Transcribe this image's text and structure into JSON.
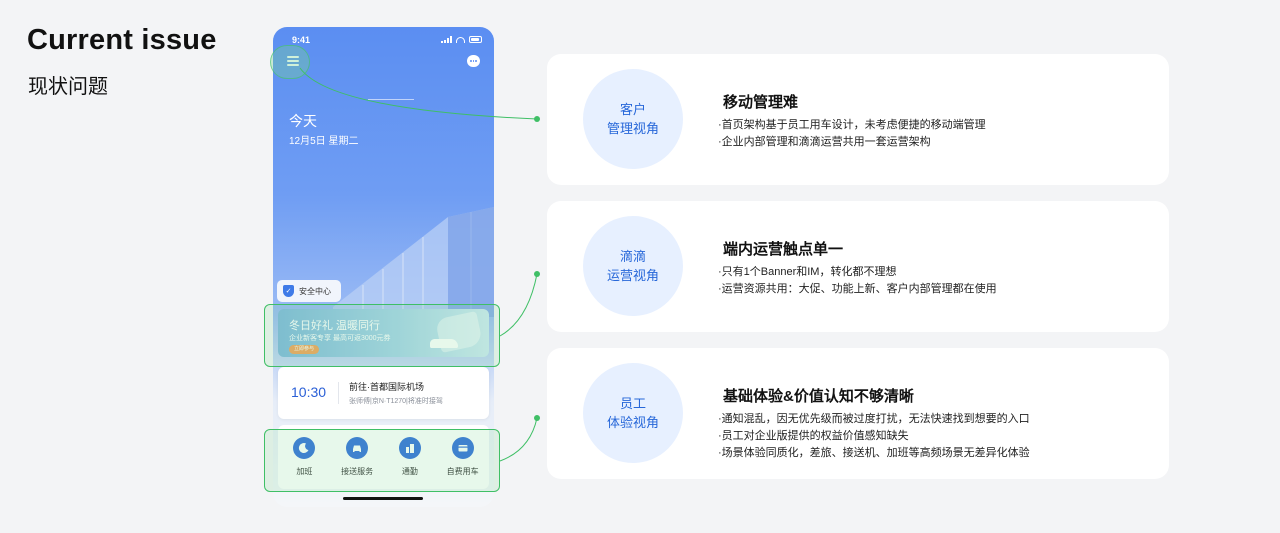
{
  "heading": {
    "en": "Current issue",
    "zh": "现状问题"
  },
  "phone": {
    "status_time": "9:41",
    "today_label": "今天",
    "date_label": "12月5日 星期二",
    "safety_label": "安全中心",
    "banner": {
      "title": "冬日好礼 温暖同行",
      "subtitle": "企业新客专享  最高可返3000元券",
      "button": "立即参与"
    },
    "trip": {
      "time": "10:30",
      "destination": "前往·首都国际机场",
      "driver": "张师傅|京N·T1270|将准时接驾"
    },
    "services": [
      {
        "label": "加班",
        "icon": "moon-icon"
      },
      {
        "label": "接送服务",
        "icon": "car-icon"
      },
      {
        "label": "通勤",
        "icon": "building-icon"
      },
      {
        "label": "自费用车",
        "icon": "wallet-icon"
      }
    ]
  },
  "cards": [
    {
      "badge": [
        "客户",
        "管理视角"
      ],
      "title": "移动管理难",
      "bullets": [
        "·首页架构基于员工用车设计，未考虑便捷的移动端管理",
        "·企业内部管理和滴滴运营共用一套运营架构"
      ]
    },
    {
      "badge": [
        "滴滴",
        "运营视角"
      ],
      "title": "端内运营触点单一",
      "bullets": [
        "·只有1个Banner和IM，转化都不理想",
        "·运营资源共用：大促、功能上新、客户内部管理都在使用"
      ]
    },
    {
      "badge": [
        "员工",
        "体验视角"
      ],
      "title": "基础体验&价值认知不够清晰",
      "bullets": [
        "·通知混乱，因无优先级而被过度打扰，无法快速找到想要的入口",
        "·员工对企业版提供的权益价值感知缺失",
        "·场景体验同质化，差旅、接送机、加班等高频场景无差异化体验"
      ]
    }
  ],
  "colors": {
    "accent_blue": "#2767d9",
    "highlight_green": "#3fbf66",
    "badge_bg": "#e7f0ff"
  }
}
